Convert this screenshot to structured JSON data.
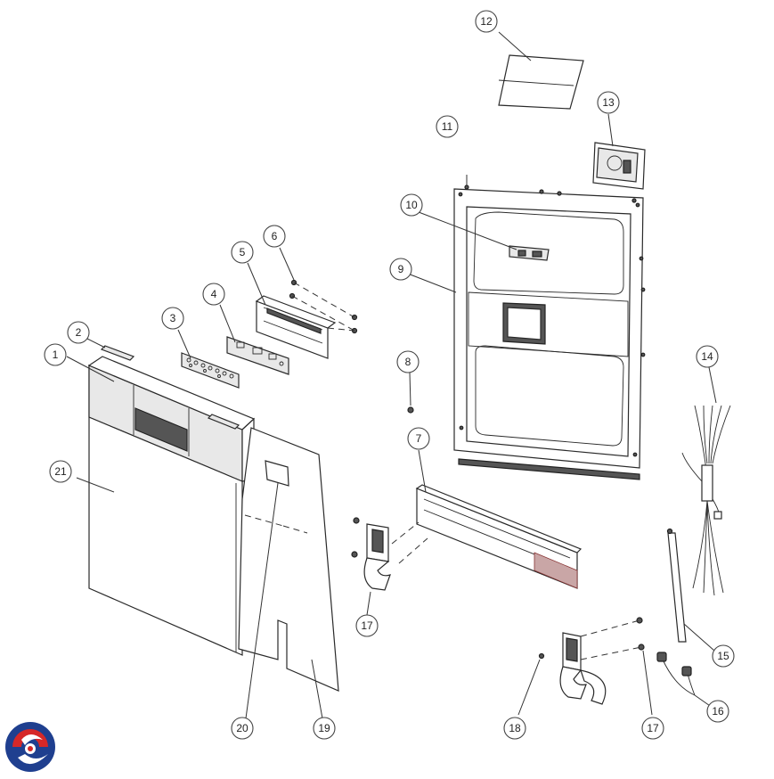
{
  "callouts": [
    {
      "id": "1",
      "label": "1"
    },
    {
      "id": "2",
      "label": "2"
    },
    {
      "id": "3",
      "label": "3"
    },
    {
      "id": "4",
      "label": "4"
    },
    {
      "id": "5",
      "label": "5"
    },
    {
      "id": "6",
      "label": "6"
    },
    {
      "id": "7",
      "label": "7"
    },
    {
      "id": "8",
      "label": "8"
    },
    {
      "id": "9",
      "label": "9"
    },
    {
      "id": "10",
      "label": "10"
    },
    {
      "id": "11",
      "label": "11"
    },
    {
      "id": "12",
      "label": "12"
    },
    {
      "id": "13",
      "label": "13"
    },
    {
      "id": "14",
      "label": "14"
    },
    {
      "id": "15",
      "label": "15"
    },
    {
      "id": "16",
      "label": "16"
    },
    {
      "id": "17a",
      "label": "17"
    },
    {
      "id": "17b",
      "label": "17"
    },
    {
      "id": "18",
      "label": "18"
    },
    {
      "id": "19",
      "label": "19"
    },
    {
      "id": "20",
      "label": "20"
    },
    {
      "id": "21",
      "label": "21"
    }
  ],
  "logo": {
    "icon": "brand-swirl-logo-icon",
    "colors": [
      "#1f3f8f",
      "#d62828"
    ]
  }
}
